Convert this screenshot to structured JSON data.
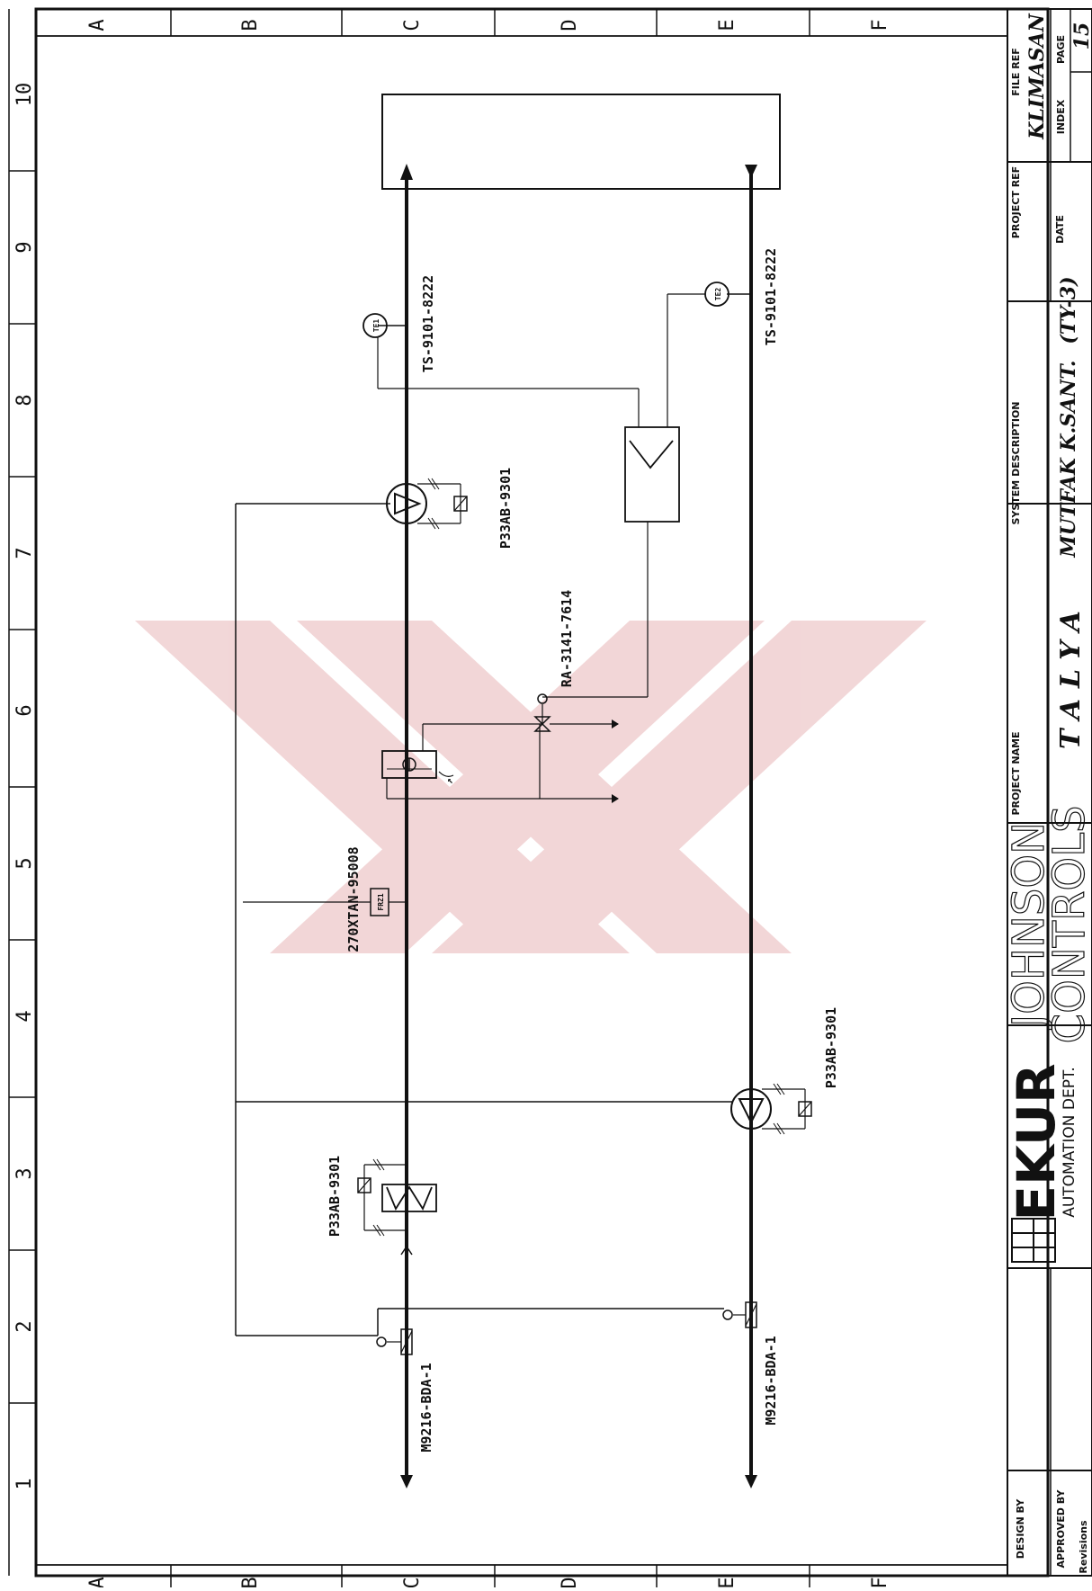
{
  "grid": {
    "letters": [
      "A",
      "B",
      "C",
      "D",
      "E",
      "F"
    ],
    "numbers": [
      "1",
      "2",
      "3",
      "4",
      "5",
      "6",
      "7",
      "8",
      "9",
      "10"
    ]
  },
  "tags": {
    "supply_sensor_tag": "TS-9101-8222",
    "return_sensor_tag": "TS-9101-8222",
    "supply_sensor_symbol": "TE1",
    "return_sensor_symbol": "TE2",
    "supply_pump_starter": "P33AB-9301",
    "return_pump_starter": "P33AB-9301",
    "heater_starter": "P33AB-9301",
    "freeze_stat": "270XTAN-95008",
    "freeze_stat_symbol": "FRZ1",
    "valve_actuator": "RA-3141-7614",
    "supply_damper": "M9216-BDA-1",
    "return_damper": "M9216-BDA-1"
  },
  "title_block": {
    "design_by_label": "DESIGN BY",
    "approved_by_label": "APPROVED BY",
    "revisions_label": "Revisions",
    "company_logo_text": "EKUR",
    "company_dept": "AUTOMATION DEPT.",
    "partner_logo_line1": "JOHNSON",
    "partner_logo_line2": "CONTROLS",
    "project_name_label": "PROJECT NAME",
    "project_name": "TALYA",
    "system_description_label": "SYSTEM DESCRIPTION",
    "system_description": "MUTFAK  K.SANT.",
    "system_code": "(TY-3)",
    "project_ref_label": "PROJECT REF",
    "date_label": "DATE",
    "file_ref_label": "FILE REF",
    "file_ref": "KLIMASAN",
    "index_label": "INDEX",
    "page_label": "PAGE",
    "page_number": "15"
  },
  "colors": {
    "ink": "#111111",
    "watermark": "#e8b6b8"
  }
}
